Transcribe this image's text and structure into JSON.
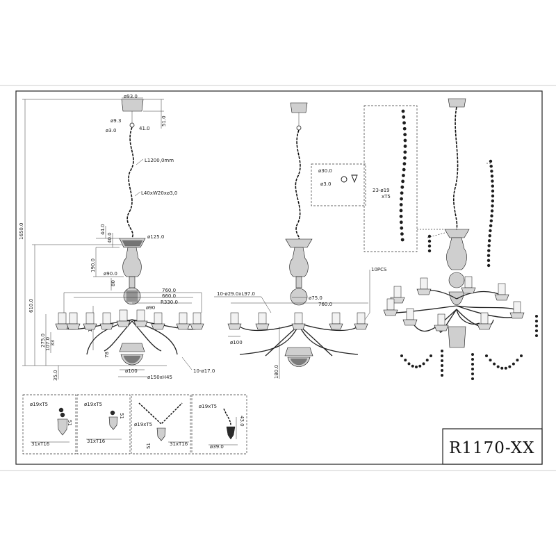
{
  "drawing": {
    "model_number": "R1170-XX",
    "front_view": {
      "top_diameter": "ø93.0",
      "canopy_height": "51.0",
      "hook_diameter": "ø9.3",
      "ring_label": "ø3.0",
      "ring_dim": "41.0",
      "chain_length": "L1200,0mm",
      "link_size": "L40xW20xø3,0",
      "total_height": "1650.0",
      "body_height": "610.0",
      "top_cup_diameter": "ø125.0",
      "dim_44": "44.0",
      "dim_40": "40.0",
      "dim_190_top": "190.0",
      "ball_diameter": "ø90.0",
      "dim_80": "80",
      "span_760": "760.0",
      "span_660": "660.0",
      "radius_330": "R330.0",
      "dim_ø90": "ø90",
      "dim_190_bottom": "190.0",
      "dim_275": "275.0",
      "dim_107": "107.0",
      "dim_33": "33",
      "dim_78": "78",
      "dim_35": "35.0",
      "bottom_diameter": "ø100",
      "bowl_size": "ø150xH45",
      "arm_size": "10-ø17.0"
    },
    "side_view": {
      "candle_spec": "10-ø29.0xL97.0",
      "ring_diameter": "ø75.0",
      "span": "760.0",
      "cup_diameter": "ø100",
      "bottom_height": "180.0"
    },
    "crystal_detail": {
      "diameter_30": "ø30.0",
      "diameter_3": "ø3.0",
      "strand_spec": "23-ø19",
      "strand_spec_2": "xT5",
      "pieces": "10PCS"
    },
    "pendant_details": [
      {
        "bead": "ø19xT5",
        "drop": "31xT16",
        "height": "51"
      },
      {
        "bead": "ø19xT5",
        "drop": "31xT16",
        "height": "51"
      },
      {
        "bead": "ø19xT5",
        "drop": "31xT16",
        "height": "51"
      },
      {
        "bead": "ø19xT5",
        "drop": "ø39.0",
        "height": "43.0"
      }
    ]
  },
  "colors": {
    "line": "#222222",
    "frame": "#333333",
    "page": "#ffffff"
  }
}
